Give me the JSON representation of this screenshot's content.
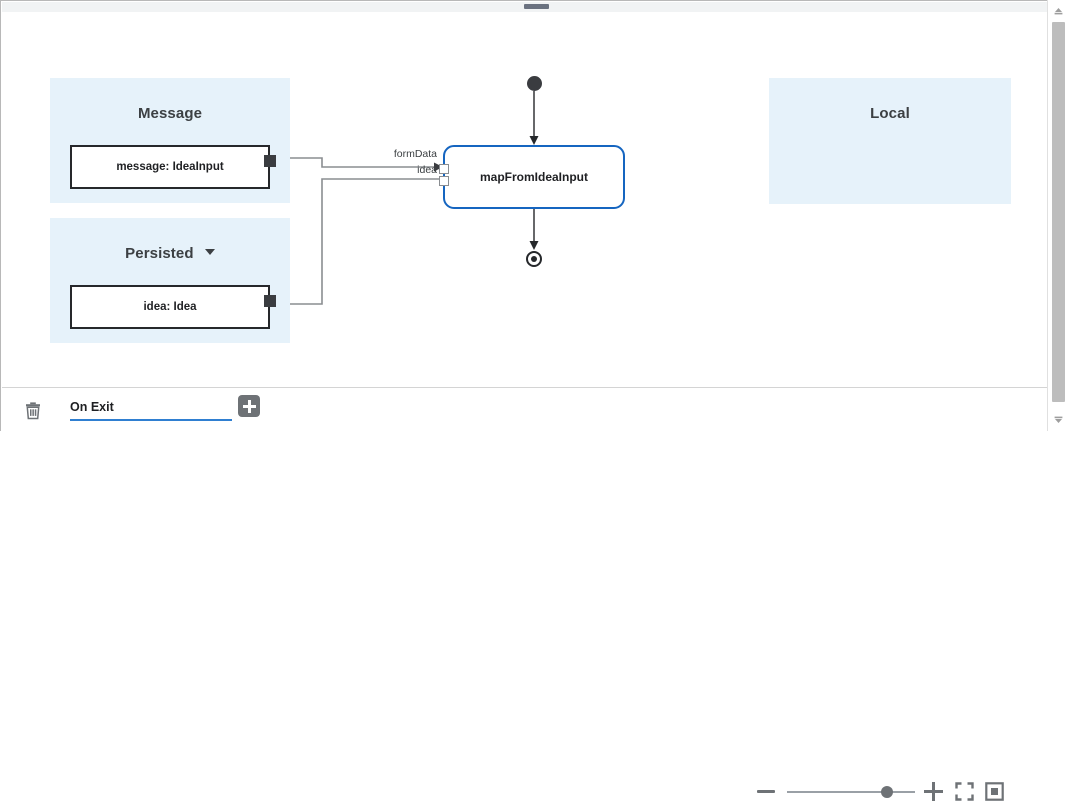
{
  "window": {
    "drag_handle": "drag-handle"
  },
  "canvas": {
    "scopes": [
      {
        "id": "message",
        "title": "Message",
        "has_caret": false
      },
      {
        "id": "persisted",
        "title": "Persisted",
        "has_caret": true
      },
      {
        "id": "local",
        "title": "Local",
        "has_caret": false
      }
    ],
    "variables": [
      {
        "id": "message-var",
        "label": "message: IdeaInput"
      },
      {
        "id": "idea-var",
        "label": "idea: Idea"
      }
    ],
    "node": {
      "label": "mapFromIdeaInput",
      "border_color": "#1565c0",
      "ports": [
        {
          "name": "formData",
          "label": "formData"
        },
        {
          "name": "idea",
          "label": "idea"
        }
      ]
    },
    "markers": {
      "start": "start-node",
      "end": "end-node"
    },
    "colors": {
      "scope_fill": "#e6f2fa",
      "wire": "#8a8d91",
      "flow": "#26282b"
    }
  },
  "toolbar": {
    "delete_icon": "trash-icon",
    "field": {
      "label": "On Exit",
      "underline_color": "#2f7fd1"
    },
    "add_icon": "plus-icon",
    "zoom": {
      "out_icon": "minus-icon",
      "in_icon": "plus-icon",
      "fullscreen_icon": "fullscreen-icon",
      "fit_icon": "fit-to-screen-icon",
      "slider_position_percent": 74
    }
  },
  "scrollbar": {
    "up_icon": "scroll-up-arrow-icon",
    "down_icon": "scroll-down-arrow-icon",
    "thumb": "scrollbar-thumb"
  }
}
